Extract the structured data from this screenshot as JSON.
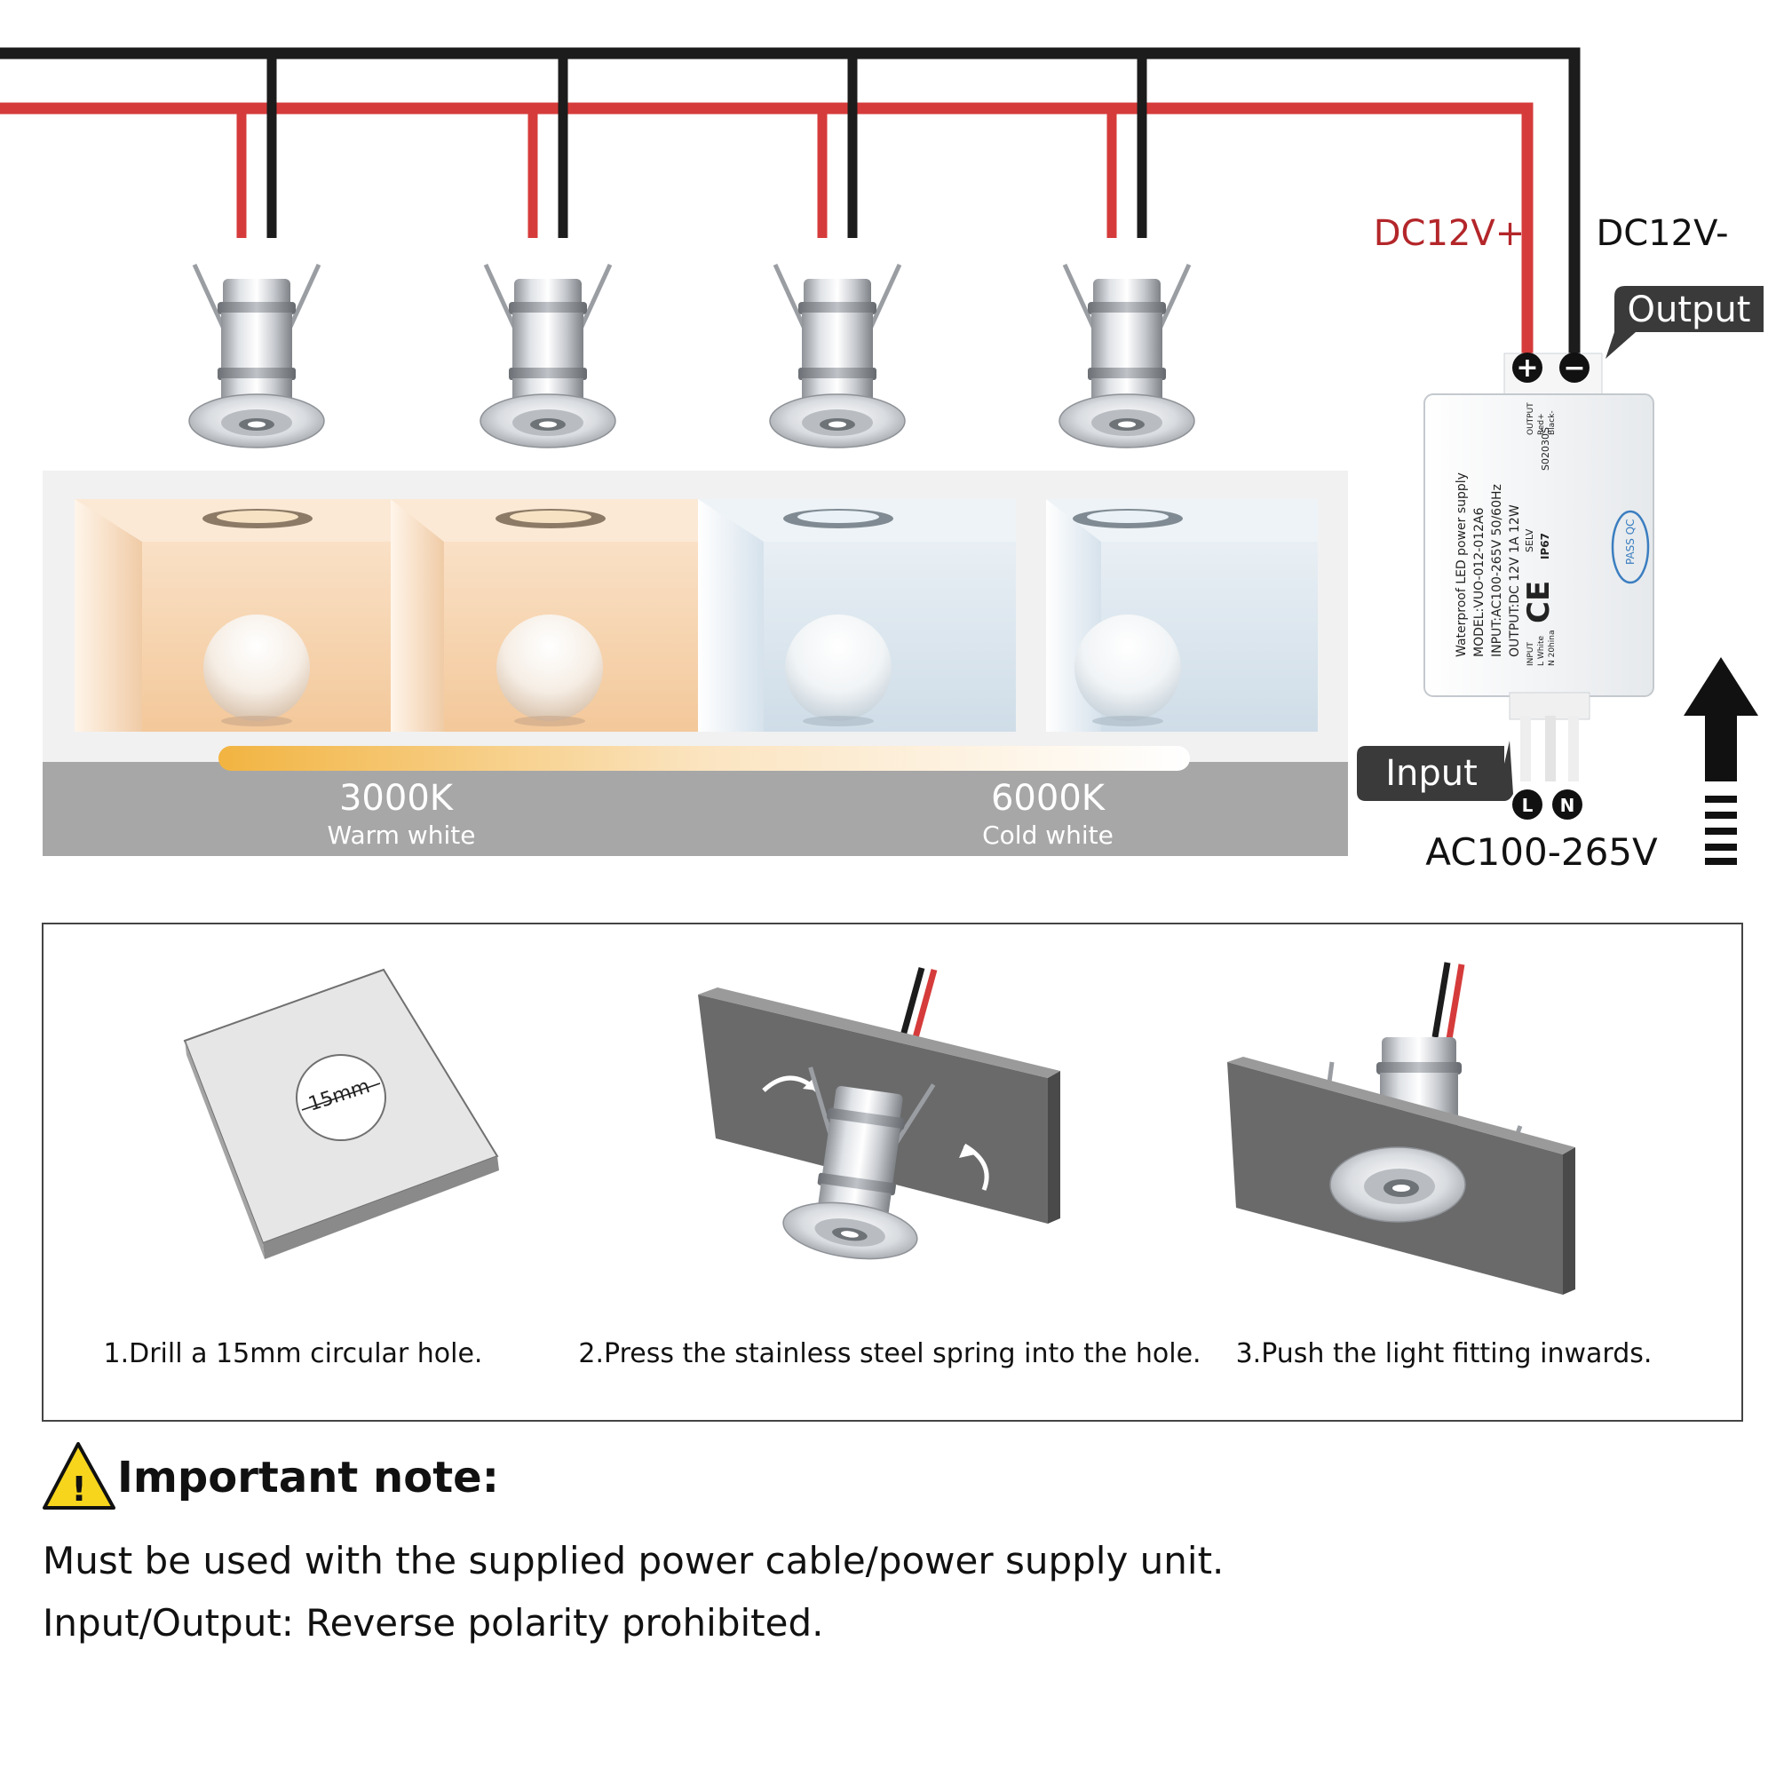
{
  "wiring": {
    "dc_plus_label": "DC12V+",
    "dc_minus_label": "DC12V-",
    "output_label": "Output",
    "input_label": "Input",
    "plus_symbol": "+",
    "minus_symbol": "−",
    "l_symbol": "L",
    "n_symbol": "N",
    "ac_label": "AC100-265V",
    "colors": {
      "positive_wire": "#d63b3b",
      "negative_wire": "#1c1c1c",
      "callout_bg": "#3a3a3a"
    }
  },
  "power_supply_label": {
    "line1": "Waterproof LED power supply",
    "line2": "MODEL:VUO-012-012A6",
    "line3": "INPUT:AC100-265V  50/60Hz",
    "line4": "OUTPUT:DC 12V  1A  12W",
    "ce": "CE",
    "selv": "SELV",
    "ip": "IP67",
    "serial": "S02030S",
    "output_header": "OUTPUT",
    "output_red": "Red+",
    "output_black": "Black-",
    "input_header": "INPUT",
    "input_l": "L White",
    "input_n": "N 20hina",
    "qc_stamp": "PASS QC"
  },
  "color_temperature": {
    "warm_value": "3000K",
    "warm_name": "Warm white",
    "cold_value": "6000K",
    "cold_name": "Cold white",
    "colors": {
      "warm": "#f2b441",
      "cold": "#ffffff",
      "base_band": "#a7a7a7"
    }
  },
  "installation": {
    "hole_size": "15mm",
    "steps": [
      {
        "text": "1.Drill a 15mm circular hole."
      },
      {
        "text": "2.Press the stainless steel spring into the hole."
      },
      {
        "text": "3.Push the light fitting inwards."
      }
    ]
  },
  "note": {
    "heading": "Important note:",
    "warning_symbol": "!",
    "line1": "Must be used with the supplied power cable/power supply unit.",
    "line2": "Input/Output: Reverse polarity prohibited."
  }
}
